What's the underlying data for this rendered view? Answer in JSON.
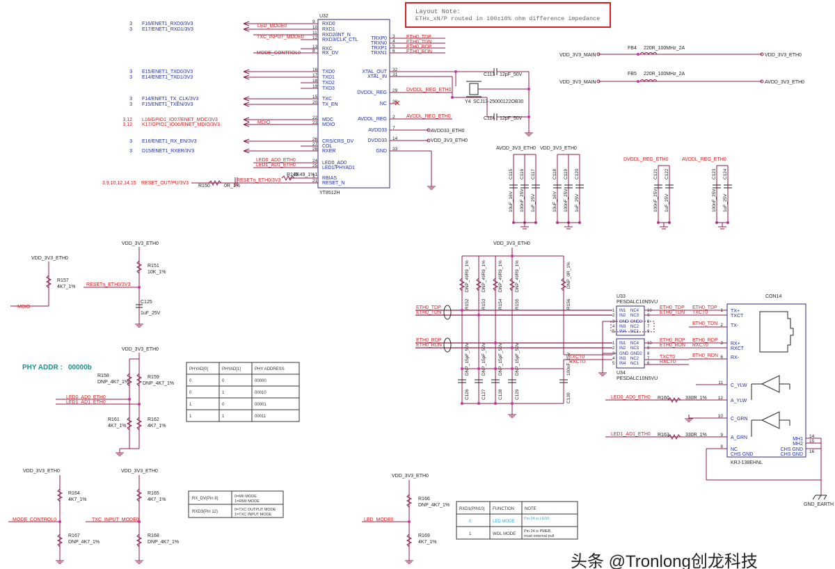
{
  "layout_note": {
    "line1": "Layout Note:",
    "line2": "ETHx_xN/P routed in 100±10% ohm difference impedance"
  },
  "u32": {
    "ref": "U32",
    "part": "YT8512H",
    "left_pins": [
      {
        "num": "9",
        "name": "RXD0"
      },
      {
        "num": "10",
        "name": "RXD1"
      },
      {
        "num": "11",
        "name": "RXD2/INT_N"
      },
      {
        "num": "12",
        "name": "RXD3/CLK_CTL"
      },
      {
        "num": "13",
        "name": "RXC"
      },
      {
        "num": "8",
        "name": "RX_DV"
      },
      {
        "num": "16",
        "name": "TXD0"
      },
      {
        "num": "17",
        "name": "TXD1"
      },
      {
        "num": "18",
        "name": "TXD2"
      },
      {
        "num": "19",
        "name": "TXD3"
      },
      {
        "num": "15",
        "name": "TXC"
      },
      {
        "num": "20",
        "name": "TX_EN"
      },
      {
        "num": "22",
        "name": "MDC"
      },
      {
        "num": "23",
        "name": "MDIO"
      },
      {
        "num": "26",
        "name": "CRS/CRS_DV"
      },
      {
        "num": "27",
        "name": "COL"
      },
      {
        "num": "28",
        "name": "RXER"
      },
      {
        "num": "24",
        "name": "LED0_AD0"
      },
      {
        "num": "25",
        "name": "LED1/PHYAD1"
      },
      {
        "num": "1",
        "name": "RBIAS"
      },
      {
        "num": "21",
        "name": "RESET_N"
      }
    ],
    "right_pins": [
      {
        "num": "3",
        "name": "TRXP0"
      },
      {
        "num": "4",
        "name": "TRXN0"
      },
      {
        "num": "5",
        "name": "TRXP1"
      },
      {
        "num": "6",
        "name": "TRXN1"
      },
      {
        "num": "32",
        "name": "XTAL_OUT"
      },
      {
        "num": "31",
        "name": "XTAL_IN"
      },
      {
        "num": "29",
        "name": "DVDDL_REG"
      },
      {
        "num": "30",
        "name": "NC"
      },
      {
        "num": "2",
        "name": "AVDDL_REG"
      },
      {
        "num": "7",
        "name": "AVDD33"
      },
      {
        "num": "14",
        "name": "DVDD33"
      },
      {
        "num": "33",
        "name": "GND"
      }
    ]
  },
  "left_nets": [
    {
      "page": "3",
      "ball": "F16/ENET1_RXD0/3V3"
    },
    {
      "page": "3",
      "ball": "E17/ENET1_RXD1/3V3"
    },
    {
      "page": "3",
      "ball": "E15/ENET1_TXD0/3V3"
    },
    {
      "page": "3",
      "ball": "E14/ENET1_TXD1/3V3"
    },
    {
      "page": "3",
      "ball": "F14/ENET1_TX_CLK/3V3"
    },
    {
      "page": "3",
      "ball": "F15/ENET1_TXEN/3V3"
    },
    {
      "page": "3,12",
      "ball": "L16/GPIO1_IO07/ENET_MDC/3V3"
    },
    {
      "page": "3,12",
      "ball": "K17/GPIO1_IO06/ENET_MDIO/3V3"
    },
    {
      "page": "3",
      "ball": "E16/ENET1_RX_EN/3V3"
    },
    {
      "page": "3",
      "ball": "D15/ENET1_RXER/3V3"
    }
  ],
  "u32_net_labels": {
    "led_mode": "LED_MODE0",
    "txc_input": "TXC_INPUT_MODE0",
    "mode_control": "MODE_CONTROL0",
    "mdio": "MDIO",
    "led0": "LED0_AD0_ETH0",
    "led1": "LED1_AD1_ETH0",
    "reset": "RESETn_ETH0/3V3",
    "reset_out": "RESET_OUT/PU/3V3",
    "reset_pages": "3,9,10,12,14,15",
    "eth0_tdp": "ETH0_TDP",
    "eth0_tdn": "ETH0_TDN",
    "eth0_rdp": "ETH0_RDP",
    "eth0_rdn": "ETH0_RDN",
    "dvddl": "DVDDL_REG_ETH0",
    "avddl": "AVDDL_REG_ETH0",
    "avdd33": "AVDD33_ETH0",
    "vdd33": "VDD_3V3_ETH0"
  },
  "u32_parts": {
    "r149": "R149",
    "r149_val": "2K49_1%1",
    "r150": "R150",
    "r150_val": "0R_1%",
    "c113": "C113",
    "c113_val": "12pF_50V",
    "c114": "C114",
    "c114_val": "12pF_50V",
    "y4": "Y4",
    "y4_val": "SCJ13-25000122OB30"
  },
  "ferrites": [
    {
      "ref": "FB4",
      "val": "220R_100MHz_2A",
      "in": "VDD_3V3_MAIN",
      "out": "VDD_3V3_ETH0"
    },
    {
      "ref": "FB5",
      "val": "220R_100MHz_2A",
      "in": "VDD_3V3_MAIN",
      "out": "AVDD_3V3_ETH0"
    }
  ],
  "decoupling": {
    "rail1": "AVDD_3V3_ETH0",
    "rail2": "VDD_3V3_ETH0",
    "rail3": "DVDDL_REG_ETH0",
    "rail4": "AVDDL_REG_ETH0",
    "caps": [
      {
        "ref": "C115",
        "val": "10uF_16V"
      },
      {
        "ref": "C116",
        "val": "100nF_25V"
      },
      {
        "ref": "C117",
        "val": "1uF_25V"
      },
      {
        "ref": "C118",
        "val": "10uF_16V"
      },
      {
        "ref": "C119",
        "val": "100nF_25V"
      },
      {
        "ref": "C120",
        "val": "1uF_25V"
      },
      {
        "ref": "C121",
        "val": "100nF_25V"
      },
      {
        "ref": "C122",
        "val": "1uF_25V"
      },
      {
        "ref": "C123",
        "val": "100nF_25V"
      },
      {
        "ref": "C124",
        "val": "1uF_25V"
      }
    ]
  },
  "reset_circ": {
    "vdd": "VDD_3V3_ETH0",
    "r151": "R151",
    "r151_val": "10K_1%",
    "c125": "C125",
    "c125_val": "1uF_25V",
    "net": "RESETn_ETH0/3V3",
    "vdd2": "VDD_3V3_ETH0",
    "r157": "R157",
    "r157_val": "4K7_1%",
    "mdio": "MDIO"
  },
  "phy_addr": {
    "title": "PHY ADDR :",
    "value": "00000b",
    "vdd": "VDD_3V3_ETH0",
    "r158": "R158",
    "r158_val": "DNP_4K7_1%",
    "r159": "R159",
    "r159_val": "DNP_4K7_1%",
    "r161": "R161",
    "r161_val": "4K7_1%",
    "r162": "R162",
    "r162_val": "4K7_1%",
    "led0": "LED0_AD0_ETH0",
    "led1": "LED1_AD1_ETH0",
    "table": {
      "headers": [
        "PHYAD[0]",
        "PHYAD[1]",
        "PHY ADDRESS"
      ],
      "rows": [
        [
          "0",
          "0",
          "00000"
        ],
        [
          "0",
          "1",
          "00010"
        ],
        [
          "1",
          "0",
          "00001"
        ],
        [
          "1",
          "1",
          "00011"
        ]
      ]
    }
  },
  "straps": {
    "vdd": "VDD_3V3_ETH0",
    "r164": "R164",
    "r164_val": "4K7_1%",
    "r167": "R167",
    "r167_val": "DNP_4K7_1%",
    "net1": "MODE_CONTROL0",
    "r165": "R165",
    "r165_val": "4K7_1%",
    "r168": "R168",
    "r168_val": "DNP_4K7_1%",
    "net2": "TXC_INPUT_MODE0",
    "r166": "R166",
    "r166_val": "DNP_4K7_1%",
    "r169": "R169",
    "r169_val": "4K7_1%",
    "net3": "LED_MODE0",
    "mode_table": {
      "rows": [
        [
          "RX_DV(Pin 8)",
          "0=MII MODE",
          "1=RMII MODE"
        ],
        [
          "RXD3(Pin 12)",
          "0=TXC OUTPUT MODE",
          "1=TXC INPUT MODE"
        ]
      ]
    },
    "led_table": {
      "headers": [
        "RXD1(PIN10)",
        "FUNCTION",
        "NOTE"
      ],
      "rows": [
        [
          "0",
          "LED MODE",
          "Pin 24 is LED0",
          ""
        ],
        [
          "1",
          "WOL MODE",
          "Pin 24 is PMEB,",
          "must external pull"
        ]
      ]
    }
  },
  "esd": {
    "vdd": "VDD_3V3_ETH0",
    "u33": "U33",
    "u33_part": "PESDALC10N5VU",
    "u34": "U34",
    "u34_part": "PESDALC10N5VU",
    "resistors": [
      {
        "ref": "R152",
        "val": "DNP_49R9_1%"
      },
      {
        "ref": "R153",
        "val": "DNP_49R9_1%"
      },
      {
        "ref": "R154",
        "val": "DNP_49R9_1%"
      },
      {
        "ref": "R155",
        "val": "DNP_49R9_1%"
      },
      {
        "ref": "R156",
        "val": "DNP_0R_1%"
      }
    ],
    "caps": [
      {
        "ref": "C126",
        "val": "DNP_15pF_50V"
      },
      {
        "ref": "C127",
        "val": "DNP_15pF_50V"
      },
      {
        "ref": "C128",
        "val": "DNP_15pF_50V"
      },
      {
        "ref": "C129",
        "val": "DNP_15pF_50V"
      },
      {
        "ref": "C130",
        "val": "100nF_25V"
      }
    ],
    "u33_left": [
      {
        "pin": "1",
        "name": "IN1"
      },
      {
        "pin": "2",
        "name": "IN2"
      },
      {
        "pin": "3",
        "name": "GND"
      },
      {
        "pin": "4",
        "name": "IN3"
      }
    ],
    "u33_mid": [
      "NC4",
      "NC3",
      "GND2",
      "NC2",
      "NC1"
    ],
    "u33_right": [
      {
        "pin": "10"
      },
      {
        "pin": "9"
      },
      {
        "pin": "8"
      },
      {
        "pin": "7"
      },
      {
        "pin": "6"
      }
    ],
    "u34_left": [
      {
        "pin": "1",
        "name": "IN1"
      },
      {
        "pin": "2",
        "name": "IN2"
      },
      {
        "pin": "3",
        "name": "GND"
      },
      {
        "pin": "4",
        "name": "IN3"
      },
      {
        "pin": "5",
        "name": "IN4"
      }
    ],
    "u34_right": [
      {
        "pin": "10"
      },
      {
        "pin": "9"
      },
      {
        "pin": "8"
      },
      {
        "pin": "7"
      },
      {
        "pin": "6"
      }
    ],
    "nets": {
      "tdp": "ETH0_TDP",
      "tdn": "ETH0_TDN",
      "rdp": "ETH0_RDP",
      "rdn": "ETH0_RDN",
      "txct": "TXCT0",
      "rxct": "RXCT0"
    }
  },
  "con14": {
    "ref": "CON14",
    "part": "KRJ-138EHNL",
    "pins_right": [
      {
        "num": "1",
        "name": "TX+"
      },
      {
        "num": "",
        "name": "TXCT"
      },
      {
        "num": "2",
        "name": "TX-"
      },
      {
        "num": "3",
        "name": "RX+"
      },
      {
        "num": "",
        "name": "RXCT"
      },
      {
        "num": "6",
        "name": "RX-"
      }
    ],
    "pins_left": [
      {
        "num": "11",
        "name": "C_YLW"
      },
      {
        "num": "12",
        "name": "A_YLW"
      },
      {
        "num": "10",
        "name": "C_GRN"
      },
      {
        "num": "9",
        "name": "A_GRN"
      },
      {
        "num": "8",
        "name": "NC"
      },
      {
        "num": "",
        "name": "CHS GND"
      }
    ],
    "pins_mh": [
      {
        "num": "14",
        "name": "MH1"
      },
      {
        "num": "15",
        "name": "MH2"
      },
      {
        "num": "",
        "name": "CHS GND"
      },
      {
        "num": "16",
        "name": "CHS GND"
      }
    ],
    "nets": {
      "tdp": "ETH0_TDP",
      "tdn": "ETH0_TDN",
      "txct": "TXCT0",
      "rdp": "ETH0_RDP",
      "rdn": "ETH0_RDN",
      "rxct": "RXCT0",
      "led0": "LED0_AD0_ETH0",
      "led1": "LED1_AD1_ETH0",
      "gnd": "GND_EARTH"
    },
    "r160": "R160",
    "r160_val": "330R_1%",
    "r163": "R163",
    "r163_val": "330R_1%"
  },
  "watermark": "头条 @Tronlong创龙科技",
  "colors": {
    "wire": "#8b1a4a",
    "junction": "#cc2fa8",
    "net_red": "#d21b1b",
    "net_blue": "#1b2aa8",
    "note_border": "#d42020"
  }
}
